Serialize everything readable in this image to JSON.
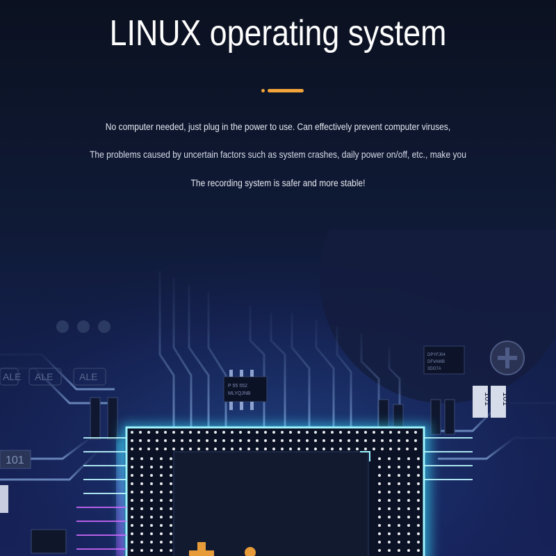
{
  "heading": "LINUX operating system",
  "description": [
    "No computer needed, just plug in the power to use. Can effectively prevent computer viruses,",
    "The problems caused by uncertain factors such as system crashes, daily power on/off, etc., make you",
    "The recording system is safer and more stable!"
  ],
  "board_labels": {
    "ale_1": "ALE",
    "ale_2": "ALE",
    "ale_3": "ALE",
    "resistor_1": "101",
    "resistor_2": "101",
    "resistor_3": "101",
    "chip_small_line1": "P 55 552",
    "chip_small_line2": "MLYQJNB",
    "chip_right_line1": "DPYFJ04",
    "chip_right_line2": "DFVAWB",
    "chip_right_line3": "3DO7A"
  },
  "colors": {
    "accent": "#f3a43a",
    "glow_cyan": "#39e3ff",
    "glow_magenta": "#c13cff",
    "background": "#0b1120"
  }
}
